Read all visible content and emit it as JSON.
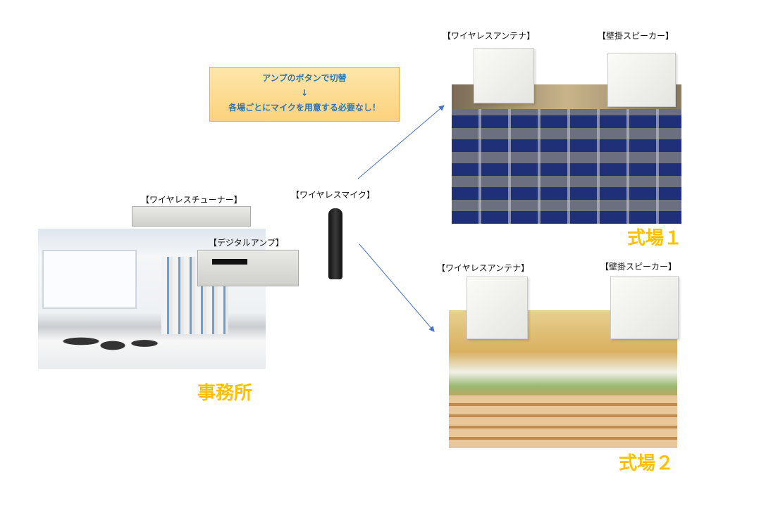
{
  "callout": {
    "line1": "アンプのボタンで切替",
    "arrow": "↓",
    "line2": "各場ごとにマイクを用意する必要なし！"
  },
  "labels": {
    "antenna1": "【ワイヤレスアンテナ】",
    "speaker1": "【壁掛スピーカー】",
    "antenna2": "【ワイヤレスアンテナ】",
    "speaker2": "【壁掛スピーカー】",
    "tuner": "【ワイヤレスチューナー】",
    "amp": "【デジタルアンプ】",
    "mic": "【ワイヤレスマイク】"
  },
  "venues": {
    "hall1": "式場１",
    "hall2": "式場２",
    "office": "事務所"
  },
  "colors": {
    "arrow": "#4472c4",
    "venue": "#ffc000",
    "callout_text": "#2e74b5"
  }
}
